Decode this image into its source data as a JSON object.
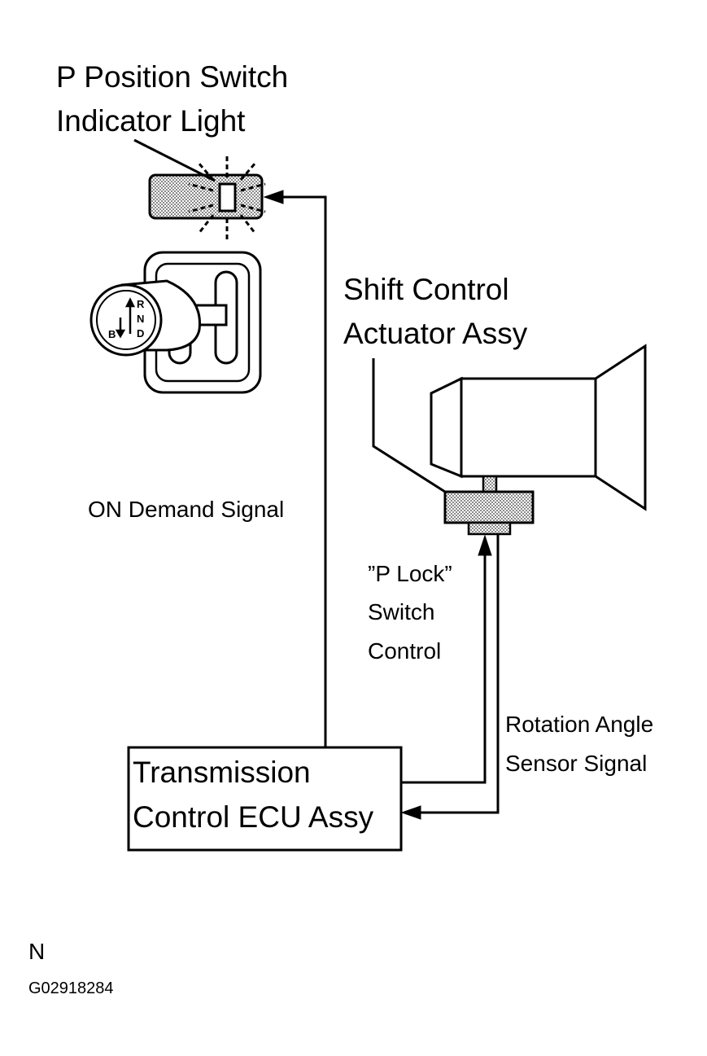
{
  "labels": {
    "indicator_line1": "P Position Switch",
    "indicator_line2": "Indicator Light",
    "actuator_line1": "Shift Control",
    "actuator_line2": "Actuator Assy",
    "on_demand": "ON Demand Signal",
    "plock_line1": "”P Lock”",
    "plock_line2": "Switch",
    "plock_line3": "Control",
    "rotation_line1": "Rotation Angle",
    "rotation_line2": "Sensor Signal",
    "ecu_line1": "Transmission",
    "ecu_line2": "Control ECU Assy",
    "corner_letter": "N",
    "figure_code": "G02918284"
  },
  "shifter": {
    "gear_r": "R",
    "gear_n": "N",
    "gear_d": "D",
    "gear_b": "B"
  },
  "colors": {
    "line": "#000000",
    "hatch_fill": "#d8d8d8",
    "background": "#ffffff"
  }
}
